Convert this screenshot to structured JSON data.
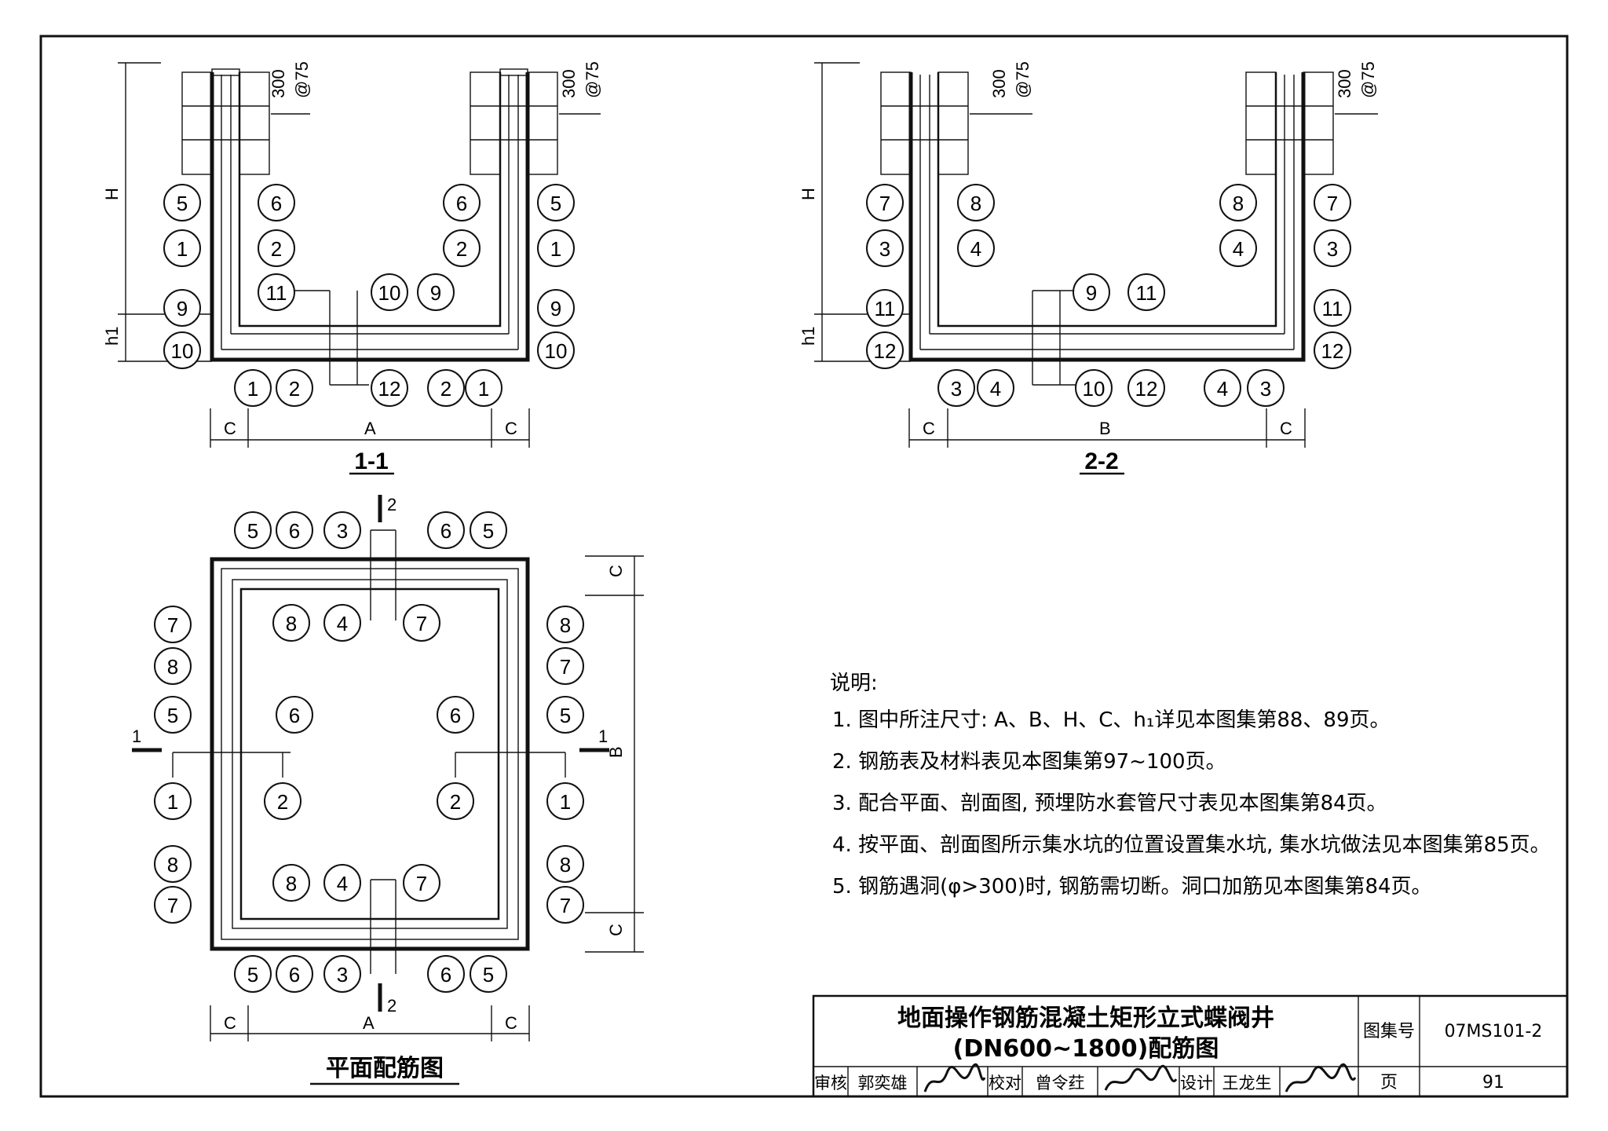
{
  "sections": {
    "s11_label": "1-1",
    "s22_label": "2-2",
    "plan_label": "平面配筋图"
  },
  "dims": {
    "H": "H",
    "h1": "h1",
    "A": "A",
    "B": "B",
    "C": "C",
    "spacing_top": "300",
    "spacing_bot": "@75",
    "cut1": "1",
    "cut2": "2"
  },
  "notes": {
    "heading": "说明:",
    "items": [
      "1. 图中所注尺寸: A、B、H、C、h₁详见本图集第88、89页。",
      "2. 钢筋表及材料表见本图集第97~100页。",
      "3. 配合平面、剖面图, 预埋防水套管尺寸表见本图集第84页。",
      "4. 按平面、剖面图所示集水坑的位置设置集水坑, 集水坑做法见本图集第85页。",
      "5. 钢筋遇洞(φ>300)时, 钢筋需切断。洞口加筋见本图集第84页。"
    ]
  },
  "title_block": {
    "title_line1": "地面操作钢筋混凝土矩形立式蝶阀井",
    "title_line2": "(DN600~1800)配筋图",
    "atlas_label": "图集号",
    "atlas_no": "07MS101-2",
    "page_label": "页",
    "page_no": "91",
    "review_label": "审核",
    "review_name": "郭奕雄",
    "check_label": "校对",
    "check_name": "曾令荭",
    "design_label": "设计",
    "design_name": "王龙生"
  },
  "balloons": {
    "s11": [
      "5",
      "6",
      "6",
      "5",
      "1",
      "2",
      "2",
      "1",
      "11",
      "10",
      "9",
      "9",
      "9",
      "10",
      "10",
      "1",
      "2",
      "12",
      "2",
      "1"
    ],
    "s22": [
      "7",
      "8",
      "8",
      "7",
      "3",
      "4",
      "4",
      "3",
      "9",
      "11",
      "11",
      "11",
      "12",
      "12",
      "3",
      "4",
      "10",
      "12",
      "4",
      "3"
    ],
    "plan": [
      "5",
      "6",
      "3",
      "6",
      "5",
      "8",
      "4",
      "7",
      "7",
      "8",
      "8",
      "7",
      "5",
      "6",
      "6",
      "5",
      "1",
      "2",
      "2",
      "1",
      "8",
      "8",
      "7",
      "7",
      "8",
      "4",
      "7",
      "5",
      "6",
      "3",
      "6",
      "5"
    ]
  }
}
